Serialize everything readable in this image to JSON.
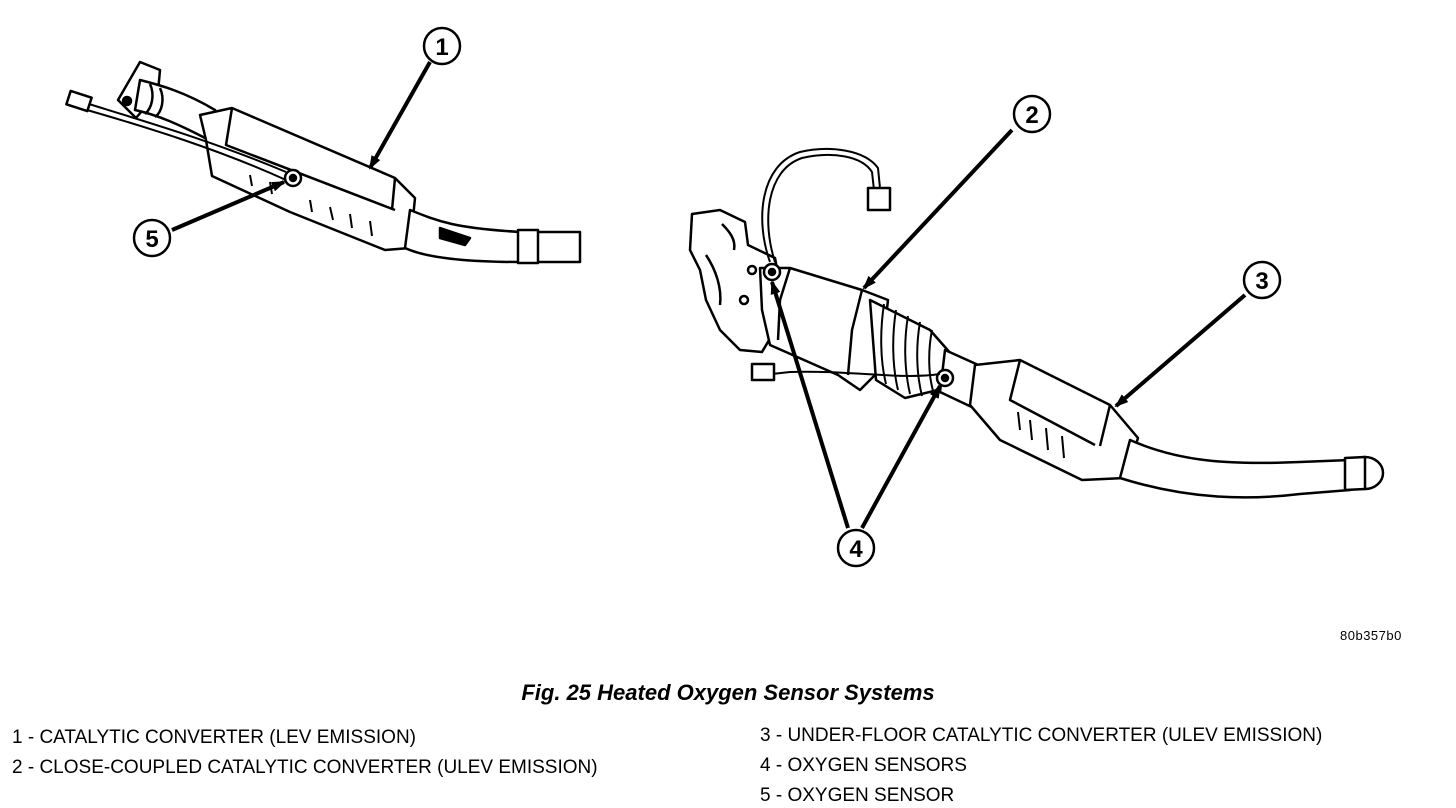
{
  "callouts": [
    "1",
    "2",
    "3",
    "4",
    "5"
  ],
  "reference_code": "80b357b0",
  "figure_title": "Fig. 25 Heated Oxygen Sensor Systems",
  "legend": [
    "1 - CATALYTIC CONVERTER (LEV EMISSION)",
    "2 - CLOSE-COUPLED CATALYTIC CONVERTER (ULEV EMISSION)",
    "3 - UNDER-FLOOR CATALYTIC CONVERTER (ULEV EMISSION)",
    "4 - OXYGEN SENSORS",
    "5 - OXYGEN SENSOR"
  ]
}
